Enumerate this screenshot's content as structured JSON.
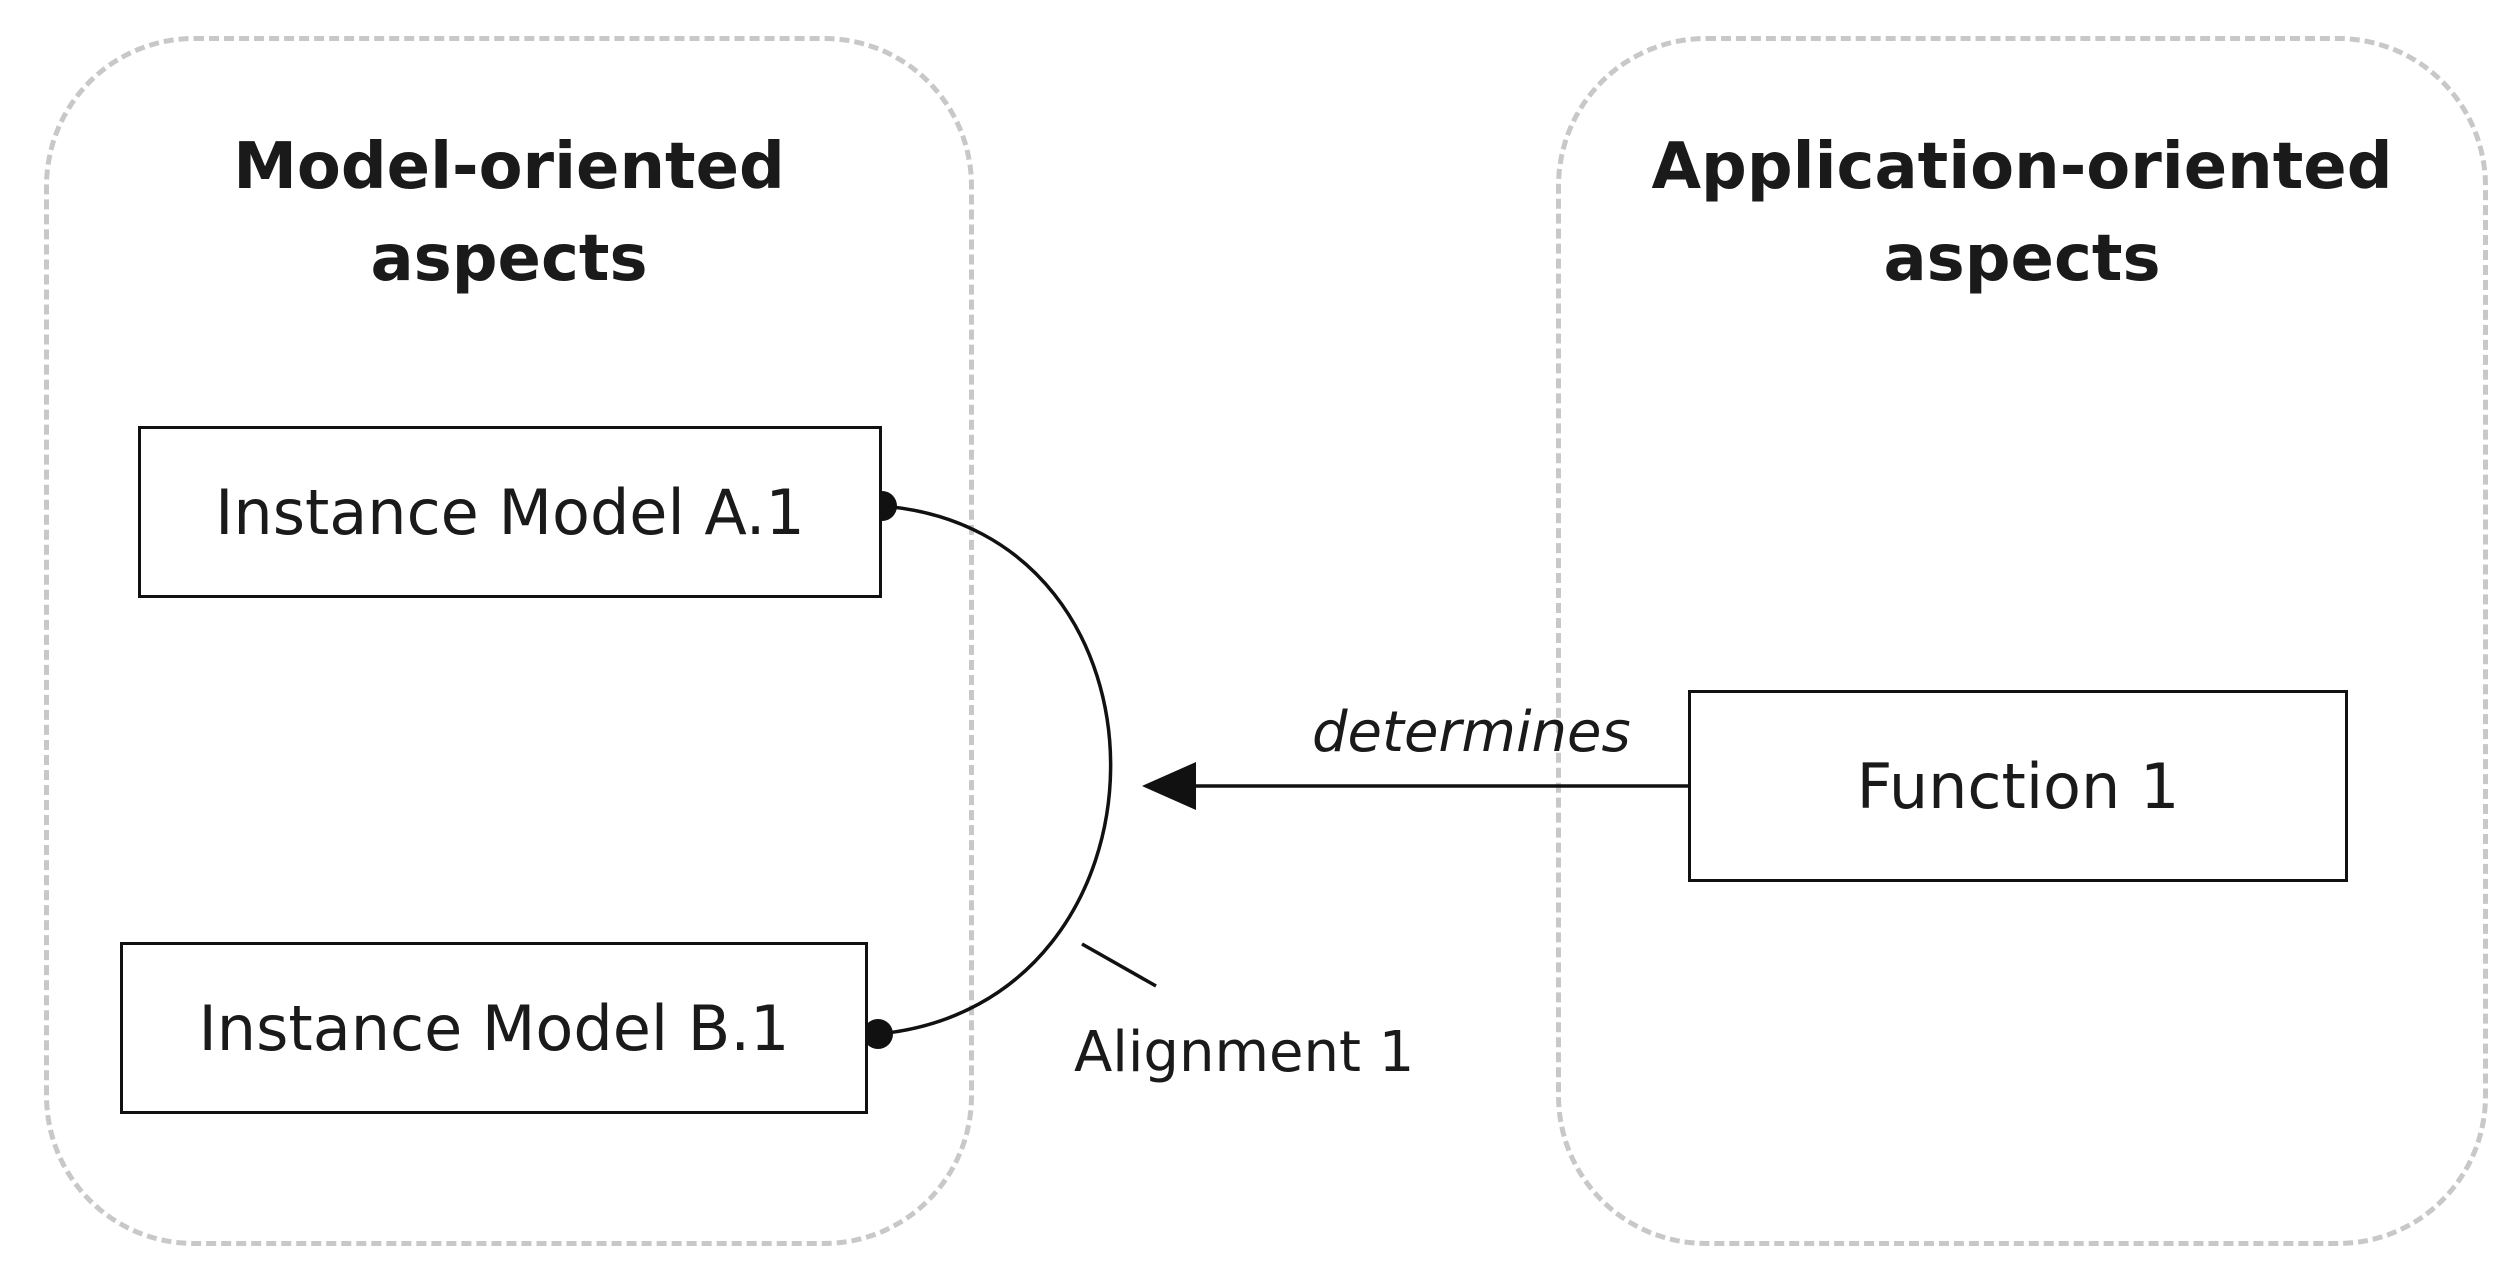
{
  "groups": {
    "left": {
      "title": "Model-oriented\naspects"
    },
    "right": {
      "title": "Application-oriented\naspects"
    }
  },
  "nodes": {
    "instance_a": "Instance Model A.1",
    "instance_b": "Instance Model B.1",
    "function_1": "Function 1"
  },
  "edges": {
    "determines_label": "determines",
    "alignment_label": "Alignment 1"
  }
}
